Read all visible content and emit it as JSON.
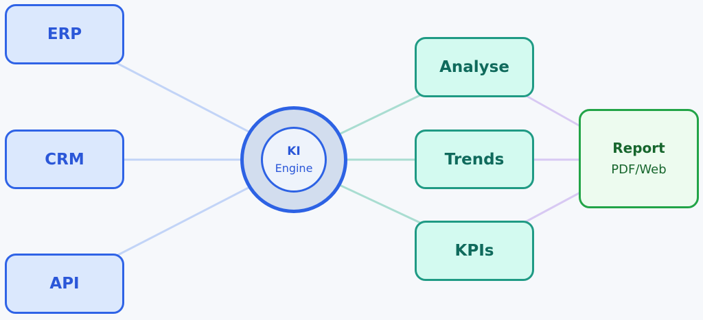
{
  "sources": [
    {
      "id": "erp",
      "label": "ERP"
    },
    {
      "id": "crm",
      "label": "CRM"
    },
    {
      "id": "api",
      "label": "API"
    }
  ],
  "engine": {
    "title": "KI",
    "subtitle": "Engine"
  },
  "steps": [
    {
      "id": "analyse",
      "label": "Analyse"
    },
    {
      "id": "trends",
      "label": "Trends"
    },
    {
      "id": "kpis",
      "label": "KPIs"
    }
  ],
  "output": {
    "title": "Report",
    "subtitle": "PDF/Web"
  },
  "colors": {
    "source_fill": "#dbe8fd",
    "source_stroke": "#2f63e6",
    "step_fill": "#d3faf0",
    "step_stroke": "#1f9a84",
    "output_fill": "#edfbef",
    "output_stroke": "#22a447",
    "link_source": "#c2d4f7",
    "link_step": "#a9ddd1",
    "link_output": "#d8c9f3"
  }
}
